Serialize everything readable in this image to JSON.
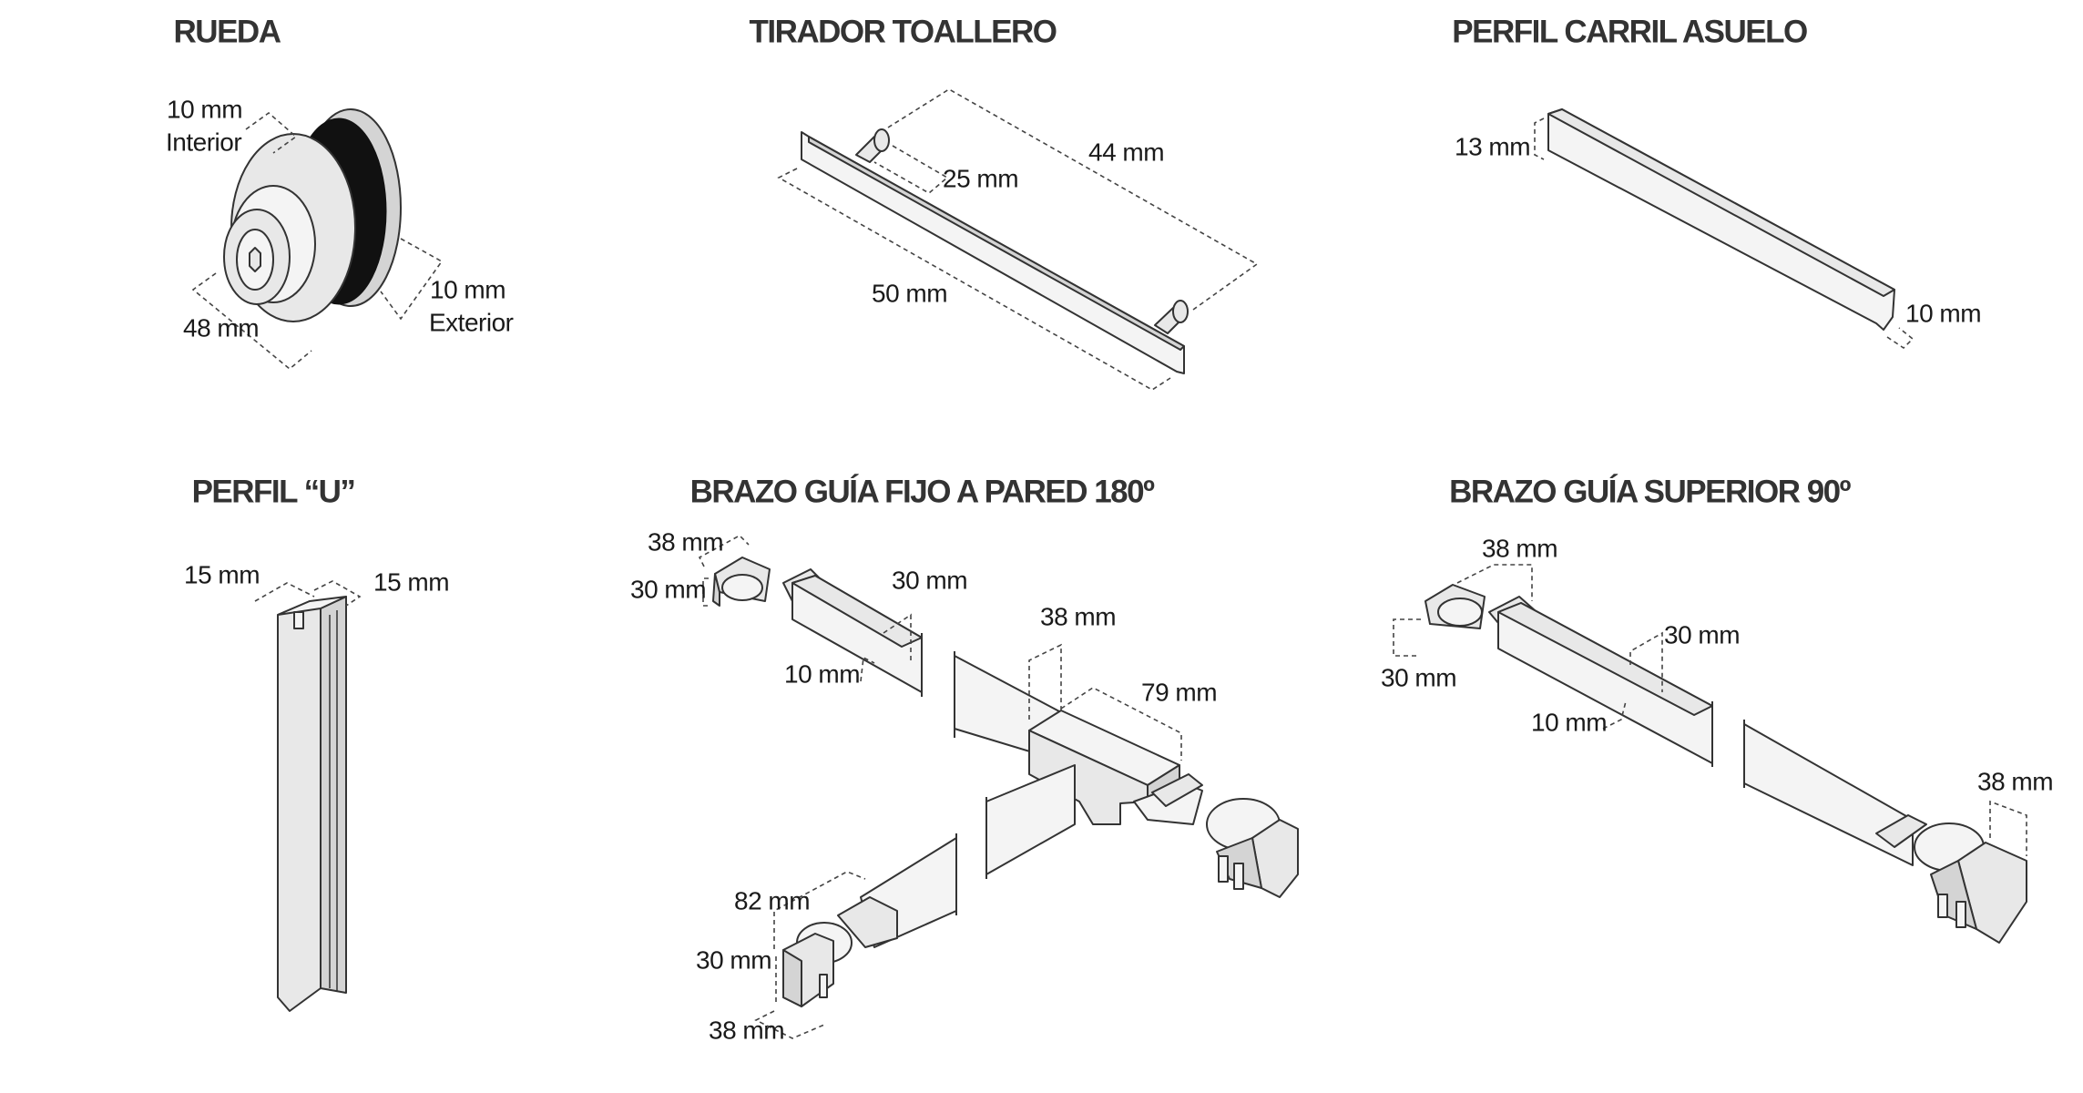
{
  "sections": [
    {
      "title": "RUEDA",
      "labels": [
        "10 mm",
        "Interior",
        "48 mm",
        "10 mm",
        "Exterior"
      ]
    },
    {
      "title": "TIRADOR TOALLERO",
      "labels": [
        "25 mm",
        "44 mm",
        "50 mm"
      ]
    },
    {
      "title": "PERFIL CARRIL ASUELO",
      "labels": [
        "13 mm",
        "10 mm"
      ]
    },
    {
      "title": "PERFIL “U”",
      "labels": [
        "15 mm",
        "15 mm"
      ]
    },
    {
      "title": "BRAZO GUÍA FIJO A PARED 180º",
      "labels": [
        "38 mm",
        "30 mm",
        "30 mm",
        "10 mm",
        "38 mm",
        "79 mm",
        "82 mm",
        "30 mm",
        "38 mm"
      ]
    },
    {
      "title": "BRAZO GUÍA SUPERIOR 90º",
      "labels": [
        "38 mm",
        "30 mm",
        "30 mm",
        "10 mm",
        "38 mm"
      ]
    }
  ]
}
